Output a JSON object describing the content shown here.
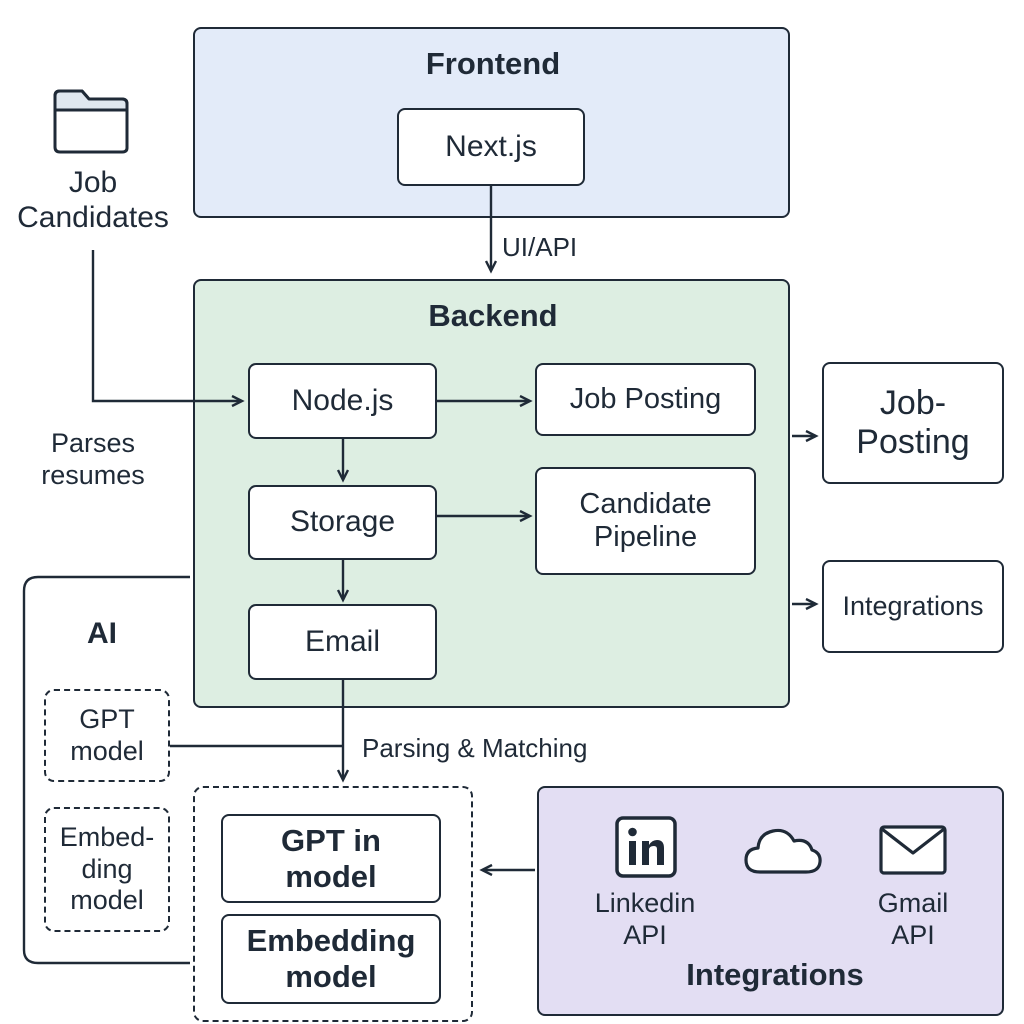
{
  "frontend": {
    "title": "Frontend",
    "nextjs": "Next.js"
  },
  "edge_ui_api": "UI/API",
  "candidates": {
    "line1": "Job",
    "line2": "Candidates",
    "note_line1": "Parses",
    "note_line2": "resumes"
  },
  "backend": {
    "title": "Backend",
    "nodejs": "Node.js",
    "job_posting": "Job Posting",
    "storage": "Storage",
    "pipeline_line1": "Candidate",
    "pipeline_line2": "Pipeline",
    "email": "Email"
  },
  "outputs": {
    "job_posting_line1": "Job-",
    "job_posting_line2": "Posting",
    "integrations": "Integrations"
  },
  "ai": {
    "title": "AI",
    "gpt_line1": "GPT",
    "gpt_line2": "model",
    "emb_line1": "Embed-",
    "emb_line2": "ding",
    "emb_line3": "model"
  },
  "edge_parsing": "Parsing & Matching",
  "models": {
    "gpt_line1": "GPT in",
    "gpt_line2": "model",
    "emb_line1": "Embedding",
    "emb_line2": "model"
  },
  "integrations": {
    "title": "Integrations",
    "linkedin_line1": "Linkedin",
    "linkedin_line2": "API",
    "gmail_line1": "Gmail",
    "gmail_line2": "API"
  },
  "colors": {
    "frontend": "#e3ebf9",
    "backend": "#ddeee2",
    "integrations": "#e3def3",
    "stroke": "#1f2a37"
  }
}
